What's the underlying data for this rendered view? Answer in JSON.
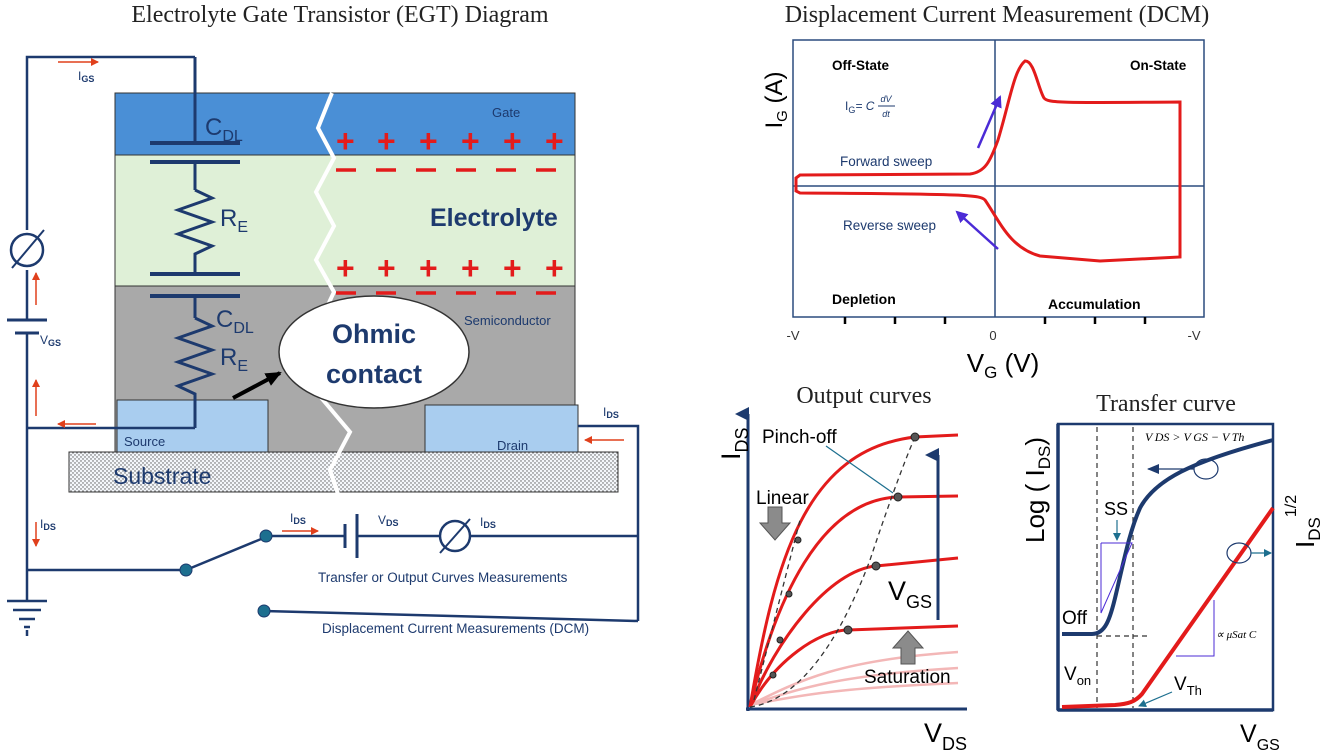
{
  "egt": {
    "title": "Electrolyte Gate Transistor (EGT) Diagram",
    "layers": {
      "gate": "Gate",
      "electrolyte": "Electrolyte",
      "semiconductor": "Semiconductor",
      "source": "Source",
      "drain": "Drain",
      "substrate": "Substrate"
    },
    "components": {
      "cdl_main": "C",
      "cdl_sub": "DL",
      "re_main": "R",
      "re_sub": "E",
      "ohmic_line1": "Ohmic",
      "ohmic_line2": "contact"
    },
    "labels": {
      "i_main": "I",
      "gs_sub": "GS",
      "ds_sub": "DS",
      "v_main": "V",
      "transfer_output": "Transfer or Output Curves Measurements",
      "dcm": "Displacement Current Measurements (DCM)"
    },
    "plus": "+",
    "minus": "–"
  },
  "dcm": {
    "title": "Displacement Current Measurement (DCM)",
    "y_main": "I",
    "y_sub": "G",
    "y_unit": " (A)",
    "x_main": "V",
    "x_sub": "G",
    "x_unit": " (V)",
    "off_state": "Off-State",
    "on_state": "On-State",
    "depletion": "Depletion",
    "accumulation": "Accumulation",
    "forward": "Forward sweep",
    "reverse": "Reverse sweep",
    "formula_lhs": "I",
    "formula_sub": "G",
    "formula_eq": "= C",
    "formula_num": "dV",
    "formula_den": "dt",
    "tick_left": "-V",
    "tick_mid": "0",
    "tick_right": "-V",
    "colors": {
      "curve": "#e31b1b",
      "arrow": "#4b2bd6",
      "axis": "#2b4c7e"
    }
  },
  "output": {
    "title": "Output curves",
    "y_main": "I",
    "y_sub": "DS",
    "x_main": "V",
    "x_sub": "DS",
    "pinch_off": "Pinch-off",
    "linear": "Linear",
    "vgs_main": "V",
    "vgs_sub": "GS",
    "saturation": "Saturation"
  },
  "transfer": {
    "title": "Transfer curve",
    "y_left": "Log ( I",
    "y_left_sub": "DS",
    "y_left_end": ")",
    "y_right_main": "I",
    "y_right_sub": "DS",
    "y_right_sup": "1/2",
    "x_main": "V",
    "x_sub": "GS",
    "condition": "V DS > V GS − V Th",
    "ss": "SS",
    "off": "Off",
    "von_main": "V",
    "von_sub": "on",
    "vth_main": "V",
    "vth_sub": "Th",
    "mobility": "∝ μSat C"
  }
}
